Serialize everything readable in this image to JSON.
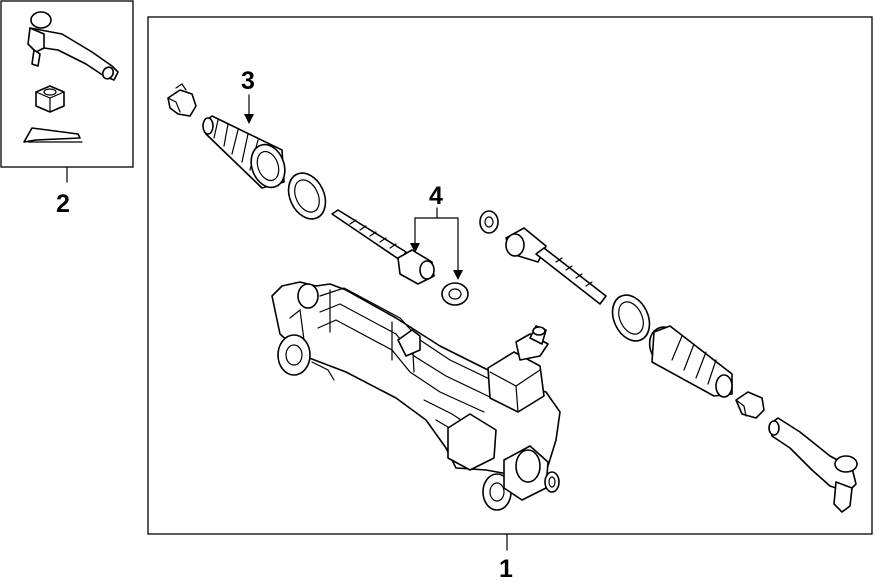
{
  "callouts": {
    "assembly": "1",
    "tie_rod_end_kit": "2",
    "boot": "3",
    "inner_tie_rod": "4"
  }
}
